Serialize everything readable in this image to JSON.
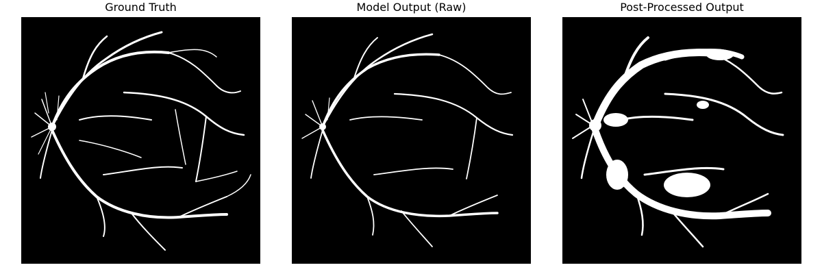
{
  "figure": {
    "panels": [
      {
        "title": "Ground Truth"
      },
      {
        "title": "Model Output (Raw)"
      },
      {
        "title": "Post-Processed Output"
      }
    ]
  },
  "colors": {
    "background": "#000000",
    "vessel": "#ffffff",
    "page": "#ffffff"
  }
}
